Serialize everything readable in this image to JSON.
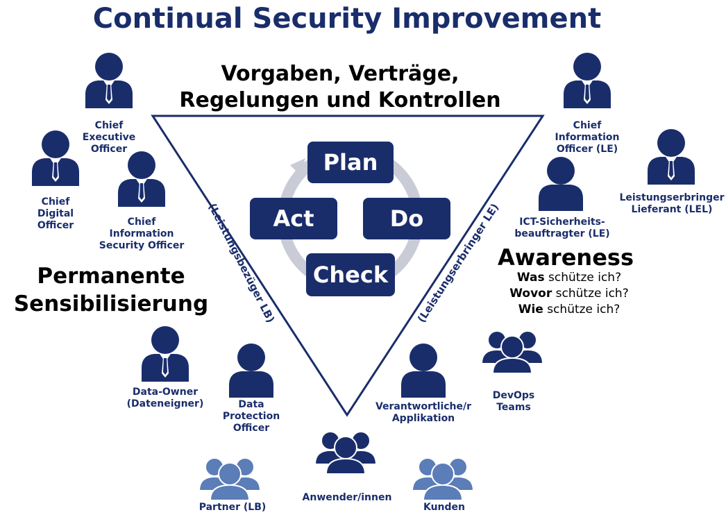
{
  "title": "Continual Security Improvement",
  "top_heading": [
    "Vorgaben, Verträge,",
    "Regelungen und Kontrollen"
  ],
  "left_heading": [
    "Permanente",
    "Sensibilisierung"
  ],
  "awareness": {
    "title": "Awareness",
    "lines": [
      {
        "bold": "Was",
        "rest": " schütze ich?"
      },
      {
        "bold": "Wovor",
        "rest": " schütze ich?"
      },
      {
        "bold": "Wie",
        "rest": " schütze ich?"
      }
    ]
  },
  "pdca": {
    "plan": "Plan",
    "do": "Do",
    "check": "Check",
    "act": "Act"
  },
  "side_labels": {
    "left": "(Leistungsbezüger LB)",
    "right": "(Leistungserbringer LE)"
  },
  "roles": {
    "ceo": [
      "Chief",
      "Executive",
      "Officer"
    ],
    "cdo": [
      "Chief",
      "Digital",
      "Officer"
    ],
    "ciso": [
      "Chief",
      "Information",
      "Security Officer"
    ],
    "cio": [
      "Chief",
      "Information",
      "Officer (LE)"
    ],
    "lel": [
      "Leistungserbringer",
      "Lieferant (LEL)"
    ],
    "ict": [
      "ICT-Sicherheits-",
      "beauftragter (LE)"
    ],
    "data_owner": [
      "Data-Owner",
      "(Dateneigner)"
    ],
    "dpo": [
      "Data",
      "Protection",
      "Officer"
    ],
    "app": [
      "Verantwortliche/r",
      "Applikation"
    ],
    "devops": [
      "DevOps",
      "Teams"
    ],
    "partner": "Partner (LB)",
    "users": "Anwender/innen",
    "customers": "Kunden"
  },
  "colors": {
    "navy": "#1a2d6b",
    "light_blue": "#5b7db8",
    "cycle_gray": "#c9cbd6"
  }
}
